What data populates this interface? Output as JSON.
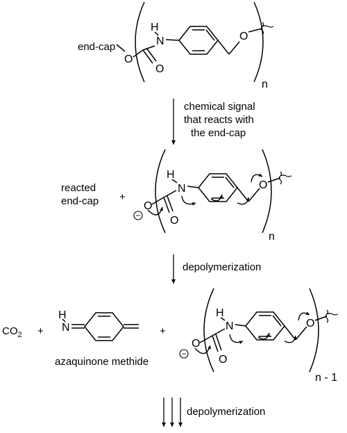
{
  "structure1": {
    "endcap_label": "end-cap",
    "atoms": {
      "O1": "O",
      "N": "N",
      "H": "H",
      "O2": "O",
      "O3": "O"
    },
    "subscript": "n"
  },
  "arrow1": {
    "line1": "chemical signal",
    "line2": "that reacts with",
    "line3": "the end-cap"
  },
  "structure2": {
    "label_line1": "reacted",
    "label_line2": "end-cap",
    "plus": "+",
    "charge": "−",
    "atoms": {
      "O1": "O",
      "N": "N",
      "H": "H",
      "O2": "O",
      "O3": "O"
    },
    "subscript": "n"
  },
  "arrow2": {
    "label": "depolymerization"
  },
  "structure3": {
    "co2_main": "CO",
    "co2_sub": "2",
    "plus1": "+",
    "plus2": "+",
    "aza_atoms": {
      "N": "N",
      "H": "H"
    },
    "aza_label": "azaquinone methide",
    "charge": "−",
    "atoms": {
      "O1": "O",
      "N": "N",
      "H": "H",
      "O2": "O",
      "O3": "O"
    },
    "subscript": "n - 1"
  },
  "arrow3": {
    "label": "depolymerization"
  }
}
